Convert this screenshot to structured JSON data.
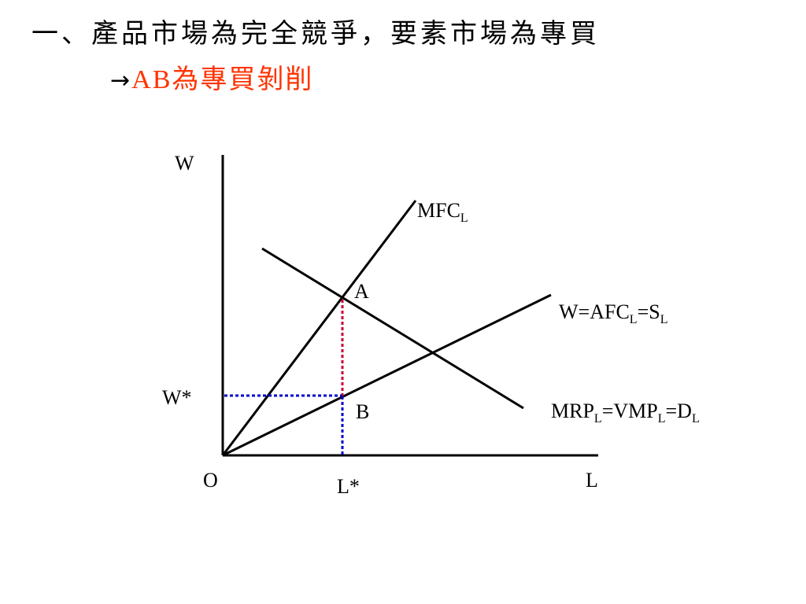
{
  "slide": {
    "title": "一、產品市場為完全競爭，要素市場為專買",
    "subtitle_arrow": "→",
    "subtitle_ab": "AB",
    "subtitle_rest": "為專買剝削",
    "highlight_color": "#ff3300"
  },
  "diagram": {
    "y_axis_label": "W",
    "x_axis_label": "L",
    "origin_label": "O",
    "wage_label": "W*",
    "labor_label": "L*",
    "point_a_label": "A",
    "point_b_label": "B",
    "mfc": {
      "main": "MFC",
      "sub": "L"
    },
    "supply": {
      "p1": "W=AFC",
      "s1": "L",
      "p2": "=S",
      "s2": "L"
    },
    "demand": {
      "p1": "MRP",
      "s1": "L",
      "p2": "=VMP",
      "s2": "L",
      "p3": "=D",
      "s3": "L"
    },
    "colors": {
      "curve": "#000000",
      "vertical_guide": "#cc0033",
      "lower_guides": "#0000cc"
    }
  }
}
